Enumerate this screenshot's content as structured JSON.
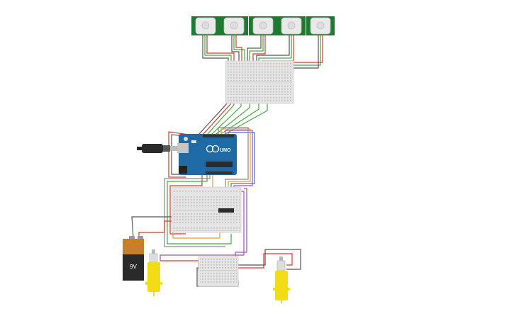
{
  "battery": {
    "label": "9V"
  },
  "arduino": {
    "brand": "UNO"
  },
  "colors": {
    "pir_board": "#1e7a2e",
    "pir_dome": "#eeeeee",
    "breadboard": "#e4e4e4",
    "arduino": "#1f6aa5",
    "motor_yellow": "#f2dc17",
    "battery_top": "#c87f2a",
    "battery_body": "#2a2a2a",
    "wire_red": "#d33a2c",
    "wire_green": "#46a840",
    "wire_black": "#333333",
    "wire_purple": "#9b4fc9",
    "wire_orange": "#e39b3a",
    "wire_blue": "#4a6fd0",
    "wire_gray": "#8a8a8a"
  },
  "components": [
    {
      "name": "pir-sensor-1",
      "type": "pir"
    },
    {
      "name": "pir-sensor-2",
      "type": "pir"
    },
    {
      "name": "pir-sensor-3",
      "type": "pir"
    },
    {
      "name": "pir-sensor-4",
      "type": "pir"
    },
    {
      "name": "pir-sensor-5",
      "type": "pir"
    },
    {
      "name": "breadboard-top",
      "type": "breadboard"
    },
    {
      "name": "arduino-uno",
      "type": "arduino"
    },
    {
      "name": "usb-cable",
      "type": "cable"
    },
    {
      "name": "breadboard-middle",
      "type": "breadboard"
    },
    {
      "name": "motor-driver-ic",
      "type": "ic"
    },
    {
      "name": "battery-9v",
      "type": "battery"
    },
    {
      "name": "breadboard-small",
      "type": "breadboard"
    },
    {
      "name": "dc-motor-left",
      "type": "motor"
    },
    {
      "name": "dc-motor-right",
      "type": "motor"
    }
  ]
}
